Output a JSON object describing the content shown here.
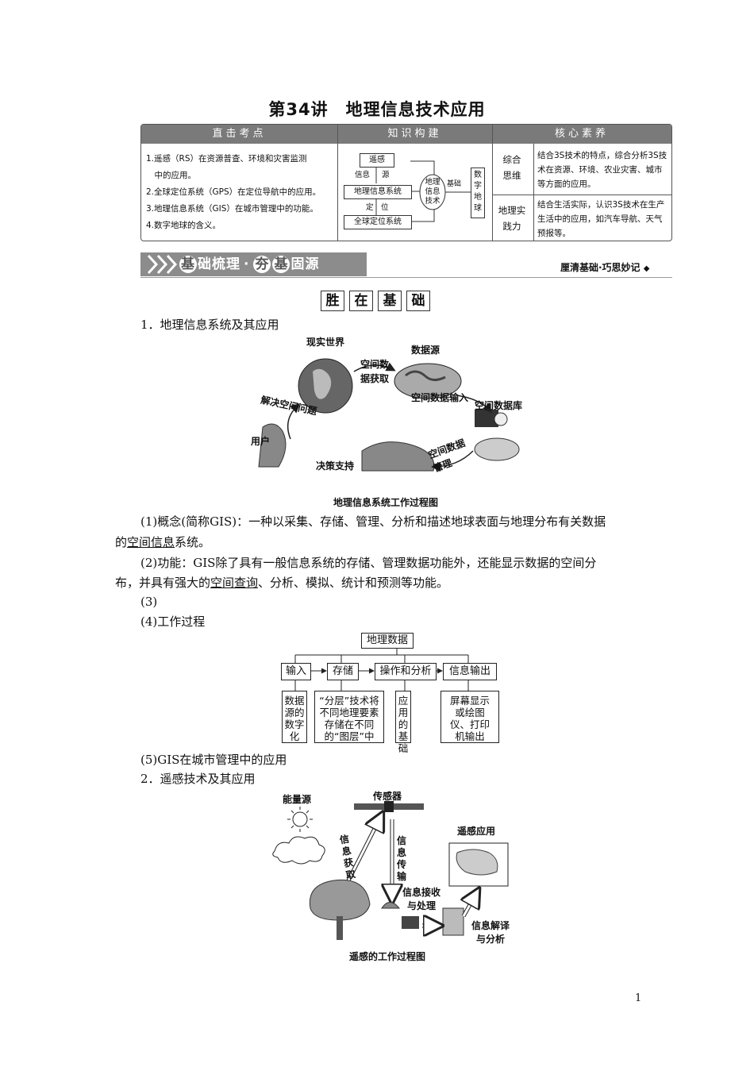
{
  "title": "第34讲　地理信息技术应用",
  "table": {
    "headers": [
      "直击考点",
      "知识构建",
      "核心素养"
    ],
    "kaodian": [
      "1.遥感（RS）在资源普查、环境和灾害监测",
      "　中的应用。",
      "2.全球定位系统（GPS）在定位导航中的应用。",
      "3.地理信息系统（GIS）在城市管理中的功能。",
      "4.数字地球的含义。"
    ],
    "knowledge": {
      "rs": "遥感",
      "gis": "地理信息系统",
      "gps": "全球定位系统",
      "info": "信息",
      "source": "源",
      "ding": "定",
      "wei": "位",
      "circle": "地理信息技术",
      "base": "基础",
      "earth": "数字地球"
    },
    "suyang": [
      {
        "name": "综合思维",
        "text": "结合3S技术的特点，综合分析3S技术在资源、环境、农业灾害、城市等方面的应用。"
      },
      {
        "name": "地理实践力",
        "text": "结合生活实际，认识3S技术在生产生活中的应用，如汽车导航、天气预报等。"
      }
    ]
  },
  "banner": {
    "c1": "基",
    "t1": "础梳理",
    "dot": "·",
    "c2": "夯",
    "c3": "基",
    "t2": "固源",
    "right": "厘清基础·巧思妙记"
  },
  "section_tabs": [
    "胜",
    "在",
    "基",
    "础"
  ],
  "s1_heading": "1．地理信息系统及其应用",
  "gis_figure": {
    "real_world": "现实世界",
    "data_source": "数据源",
    "acquire": "空间数据获取",
    "input": "空间数据输入",
    "db": "空间数据库",
    "manage": "空间数据管理",
    "decision": "决策支持",
    "user": "用户",
    "solve": "解决空间问题",
    "caption": "地理信息系统工作过程图"
  },
  "p1a": "(1)概念(简称GIS)：一种以采集、存储、管理、分析和描述地球表面与地理分布有关数据",
  "p1b_pre": "的",
  "p1b_u": "空间信息",
  "p1b_post": "系统。",
  "p2a": "(2)功能：GIS除了具有一般信息系统的存储、管理数据功能外，还能显示数据的空间分",
  "p2b_pre": "布，并具有强大的",
  "p2b_u": "空间查询",
  "p2b_post": "、分析、模拟、统计和预测等功能。",
  "p3": "(3)",
  "p4": "(4)工作过程",
  "flow": {
    "top": "地理数据",
    "steps": [
      "输入",
      "存储",
      "操作和分析",
      "信息输出"
    ],
    "d1": "数据源的数字化",
    "d2": "“分层”技术将不同地理要素存储在不同的“图层”中",
    "d3": "应用的基础",
    "d4": "屏幕显示或绘图仪、打印机输出"
  },
  "p5": "(5)GIS在城市管理中的应用",
  "s2_heading": "2．遥感技术及其应用",
  "rs_figure": {
    "energy": "能量源",
    "sensor": "传感器",
    "acquire": "信息获取",
    "transmit": "信息传输",
    "receive": "信息接收与处理",
    "app": "遥感应用",
    "interpret": "信息解译与分析",
    "caption": "遥感的工作过程图"
  },
  "page_number": "1"
}
